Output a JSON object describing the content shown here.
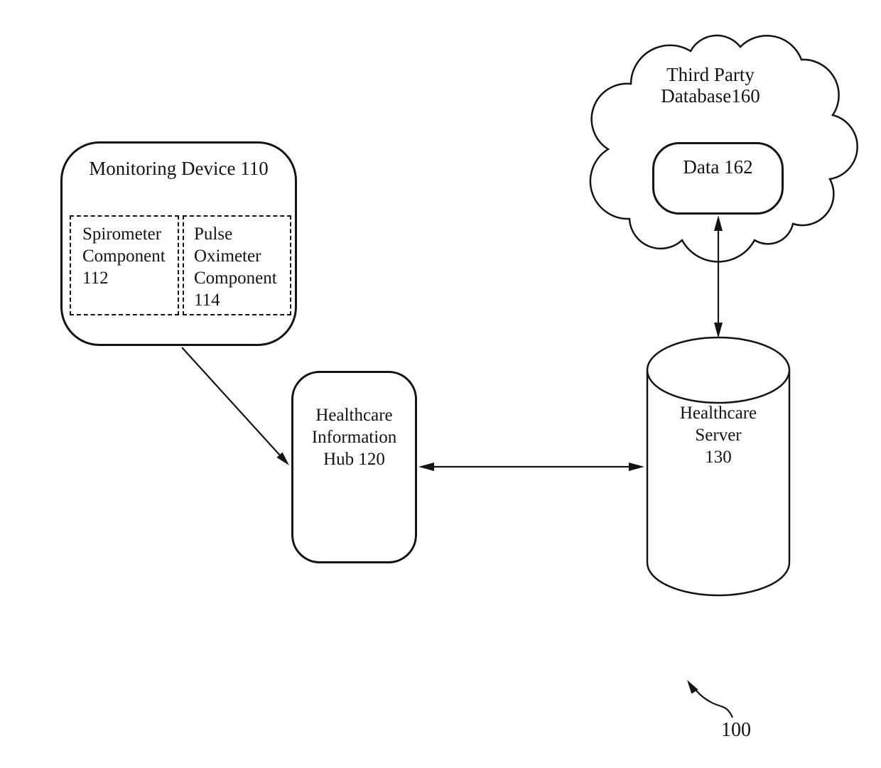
{
  "figure": {
    "background": "#ffffff",
    "line_color": "#141414",
    "label": "100",
    "monitoring_device": {
      "title": "Monitoring Device 110",
      "spirometer": {
        "lines": [
          "Spirometer",
          "Component",
          "112"
        ]
      },
      "pulse_oximeter": {
        "lines": [
          "Pulse",
          "Oximeter",
          "Component",
          "114"
        ]
      }
    },
    "hub": {
      "lines": [
        "Healthcare",
        "Information",
        "Hub 120"
      ]
    },
    "server": {
      "lines": [
        "Healthcare",
        "Server",
        "130"
      ]
    },
    "cloud": {
      "lines": [
        "Third Party",
        "Database160"
      ],
      "data_box": {
        "label": "Data 162"
      }
    }
  }
}
